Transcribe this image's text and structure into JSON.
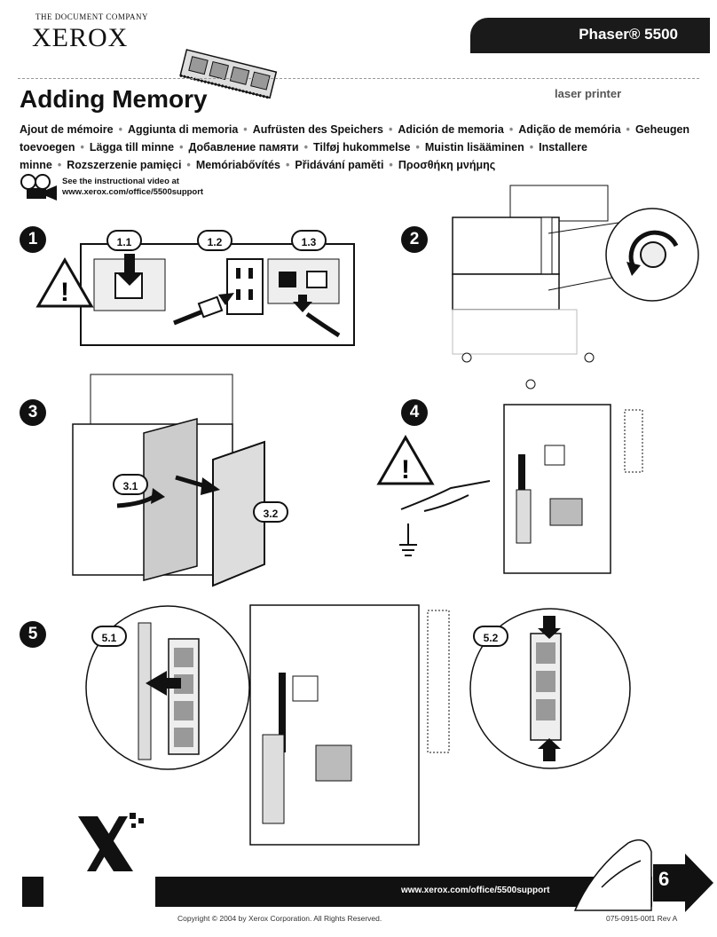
{
  "header": {
    "company_tagline": "THE DOCUMENT COMPANY",
    "company_logo": "XEROX",
    "product_name": "Phaser® 5500",
    "product_subtitle": "laser printer"
  },
  "title": "Adding Memory",
  "languages": [
    "Ajout de mémoire",
    "Aggiunta di memoria",
    "Aufrüsten des Speichers",
    "Adición de memoria",
    "Adição de memória",
    "Geheugen toevoegen",
    "Lägga till minne",
    "Добавление памяти",
    "Tilføj hukommelse",
    "Muistin lisääminen",
    "Installere minne",
    "Rozszerzenie pamięci",
    "Memóriabővítés",
    "Přidávání paměti",
    "Προσθήκη μνήμης"
  ],
  "video": {
    "line1": "See the instructional video at",
    "line2": "www.xerox.com/office/5500support"
  },
  "steps": {
    "s1": "1",
    "s2": "2",
    "s3": "3",
    "s4": "4",
    "s5": "5",
    "s1_1": "1.1",
    "s1_2": "1.2",
    "s1_3": "1.3",
    "s3_1": "3.1",
    "s3_2": "3.2",
    "s5_1": "5.1",
    "s5_2": "5.2"
  },
  "footer": {
    "url": "www.xerox.com/office/5500support",
    "page_number": "6",
    "copyright": "Copyright © 2004 by Xerox Corporation.  All Rights Reserved.",
    "part_number": "075-0915-00f1 Rev A"
  }
}
